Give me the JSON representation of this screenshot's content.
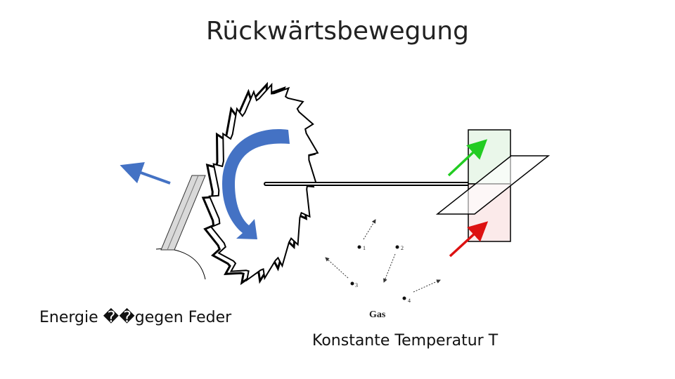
{
  "slide": {
    "title": "Rückwärtsbewegung",
    "caption_left": "Energie ��gegen Feder",
    "caption_right": "Konstante Temperatur T"
  },
  "diagram": {
    "gas_label": "Gas",
    "molecules": [
      {
        "label": "1"
      },
      {
        "label": "2"
      },
      {
        "label": "3"
      },
      {
        "label": "4"
      }
    ],
    "colors": {
      "rotation_arrow": "#4472c4",
      "pawl_force_arrow": "#4472c4",
      "arrow_up": "#22cc22",
      "arrow_down": "#dd1111",
      "box_top_fill": "#eaf7ea",
      "box_bottom_fill": "#fbeaea"
    }
  }
}
